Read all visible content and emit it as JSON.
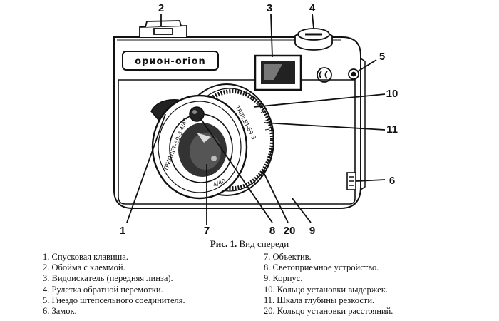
{
  "brand_label": "орион-orion",
  "lens_text_front": "ТРИПЛЕТ-69-3 4/40",
  "lens_text_barrel": "TRIPLET-69-3",
  "lens_text_aperture": "4/40",
  "callout_numbers": [
    "1",
    "2",
    "3",
    "4",
    "5",
    "6",
    "7",
    "8",
    "20",
    "9",
    "10",
    "11"
  ],
  "caption": {
    "prefix": "Рис. 1.",
    "text": "Вид спереди"
  },
  "legend_left": [
    "1. Спусковая клавиша.",
    "2. Обойма с клеммой.",
    "3. Видоискатель (передняя линза).",
    "4. Рулетка обратной перемотки.",
    "5. Гнездо штепсельного соединителя.",
    "6. Замок."
  ],
  "legend_right": [
    "7. Объектив.",
    "8. Светоприемное устройство.",
    "9. Корпус.",
    "10. Кольцо установки выдержек.",
    "11. Шкала глубины резкости.",
    "20. Кольцо установки расстояний."
  ]
}
